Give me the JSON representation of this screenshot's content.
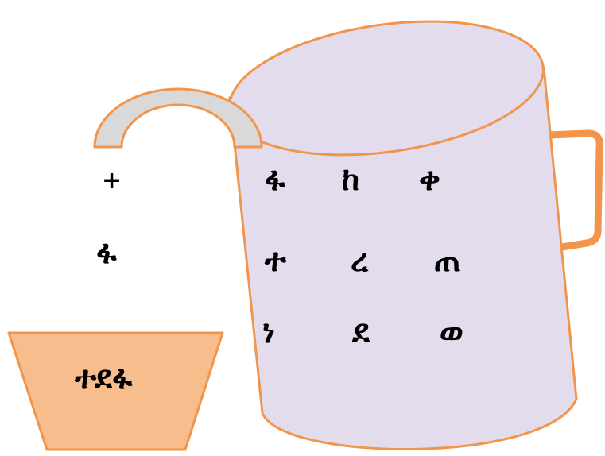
{
  "scene": {
    "background_color": "#ffffff",
    "outline_color": "#f2954a",
    "mug_fill": "#e3dcec",
    "arc_fill": "#d9d9d9",
    "basket_fill": "#f8bd8c",
    "text_color": "#000000"
  },
  "side": {
    "operator": "+",
    "syllable": "ፋ"
  },
  "mug": {
    "rows": [
      [
        "ፋ",
        "ከ",
        "ቀ"
      ],
      [
        "ተ",
        "ረ",
        "ጠ"
      ],
      [
        "ነ",
        "ደ",
        "ወ"
      ]
    ]
  },
  "basket": {
    "word": "ተደፋ"
  }
}
